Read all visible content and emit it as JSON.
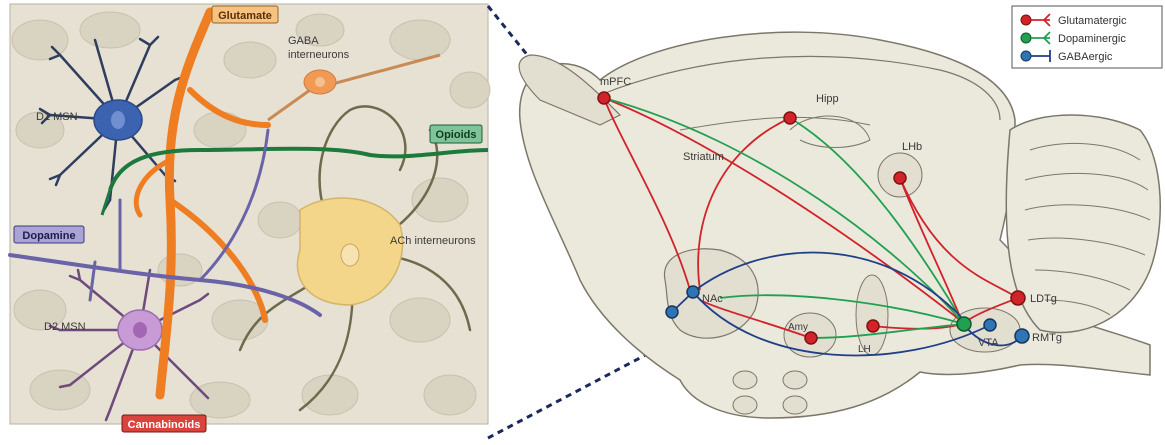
{
  "colors": {
    "glutamatergic": "#d2232a",
    "dopaminergic": "#22a052",
    "gabaergic": "#1f3f88",
    "glutamate_axon": "#ef7d22",
    "opioids_axon": "#1d7a3c",
    "dopamine_axon": "#6a63a8",
    "d1_msn": "#3b63b0",
    "d2_msn": "#a366b3",
    "ach": "#f4d68a",
    "gaba_interneuron": "#f09a55",
    "brain_fill": "#ebe8dc",
    "panel_bg": "#e6e1d3"
  },
  "left_panel": {
    "tags": {
      "glutamate": "Glutamate",
      "opioids": "Opioids",
      "dopamine": "Dopamine",
      "cannabinoids": "Cannabinoids"
    },
    "labels": {
      "gaba_interneurons_line1": "GABA",
      "gaba_interneurons_line2": "interneurons",
      "d1_msn": "D1 MSN",
      "d2_msn": "D2 MSN",
      "ach_interneurons": "ACh interneurons"
    }
  },
  "legend": {
    "items": [
      {
        "label": "Glutamatergic",
        "color": "#d2232a"
      },
      {
        "label": "Dopaminergic",
        "color": "#22a052"
      },
      {
        "label": "GABAergic",
        "color": "#1f3f88"
      }
    ]
  },
  "brain": {
    "regions": {
      "mpfc": "mPFC",
      "hipp": "Hipp",
      "striatum": "Striatum",
      "lhb": "LHb",
      "nac": "NAc",
      "amy": "Amy",
      "lh": "LH",
      "vta": "VTA",
      "ldtg": "LDTg",
      "rmtg": "RMTg"
    }
  }
}
